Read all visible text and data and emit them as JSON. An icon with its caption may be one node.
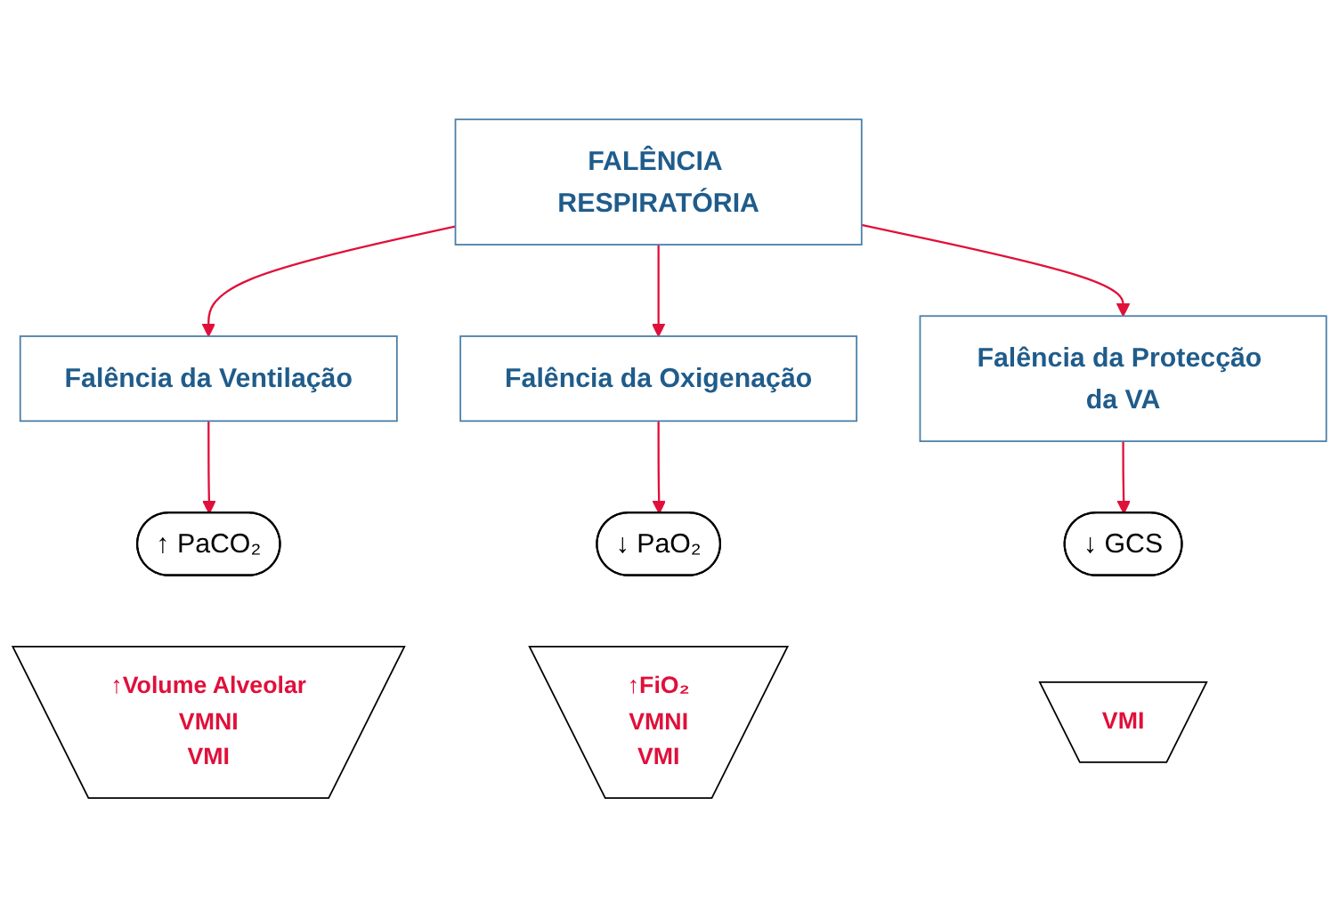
{
  "diagram": {
    "nodes": [
      {
        "text": [
          "FALÊNCIA RESPIRATÓRIA"
        ]
      },
      {
        "text": [
          "Falência da Ventilação"
        ]
      },
      {
        "text": [
          "Falência da Oxigenação"
        ]
      },
      {
        "text": [
          "Falência da Protecção da VA"
        ]
      },
      {
        "text": [
          "↑ PaCO₂"
        ]
      },
      {
        "text": [
          "↓ PaO₂"
        ]
      },
      {
        "text": [
          "↓ GCS"
        ]
      },
      {
        "text": [
          "↑Volume Alveolar",
          "VMNI",
          "VMI"
        ]
      },
      {
        "text": [
          "↑FiO₂",
          "VMNI",
          "VMI"
        ]
      },
      {
        "text": [
          "VMI"
        ]
      }
    ],
    "edges": [
      {
        "from": 0,
        "to": 1,
        "arrow": "to"
      },
      {
        "from": 0,
        "to": 2,
        "arrow": "to"
      },
      {
        "from": 0,
        "to": 3,
        "arrow": "to"
      },
      {
        "from": 1,
        "to": 4,
        "arrow": "to"
      },
      {
        "from": 2,
        "to": 5,
        "arrow": "to"
      },
      {
        "from": 3,
        "to": 6,
        "arrow": "to"
      }
    ]
  }
}
